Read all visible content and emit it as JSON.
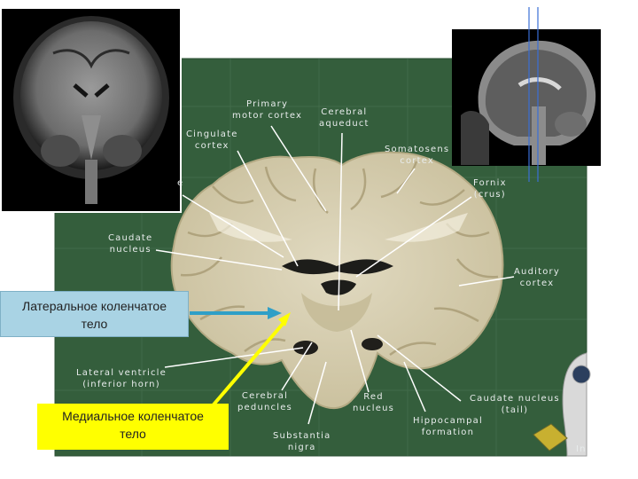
{
  "colors": {
    "panel_green": "#345e3c",
    "tissue": "#d7cfb2",
    "label_text": "#e8ecec",
    "cyan_box": "#a9d3e4",
    "yellow_box": "#ffff00",
    "arrow_cyan": "#2f9fc7",
    "arrow_yellow": "#ffff00"
  },
  "labels": {
    "primary_motor": [
      "Primary",
      "motor cortex"
    ],
    "cerebral_aqueduct": [
      "Cerebral",
      "aqueduct"
    ],
    "cingulate": [
      "Cingulate",
      "cortex"
    ],
    "somatosensory": [
      "Somatosens",
      "cortex"
    ],
    "fornix": [
      "Fornix",
      "(crus)"
    ],
    "caudate": [
      "Caudate",
      "nucleus"
    ],
    "auditory": [
      "Auditory",
      "cortex"
    ],
    "lateral_ventricle": [
      "Lateral ventricle",
      "(inferior horn)"
    ],
    "cerebral_peduncles": [
      "Cerebral",
      "peduncles"
    ],
    "red_nucleus": [
      "Red",
      "nucleus"
    ],
    "caudate_tail": [
      "Caudate nucleus",
      "(tail)"
    ],
    "hippocampal": [
      "Hippocampal",
      "formation"
    ],
    "substantia_nigra": [
      "Substantia",
      "nigra"
    ],
    "partial_e": "e",
    "partial_in": "In"
  },
  "callouts": {
    "lateral_geniculate": [
      "Латеральное коленчатое",
      "тело"
    ],
    "medial_geniculate": [
      "Медиальное коленчатое",
      "тело"
    ]
  },
  "icons": {
    "coronal_mri": "coronal-mri-thumbnail",
    "sagittal_mri": "sagittal-mri-thumbnail",
    "nav_widget": "navigation-widget-icon"
  }
}
